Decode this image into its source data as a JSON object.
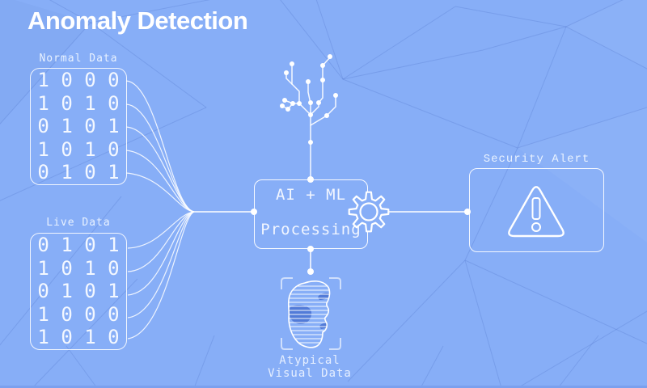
{
  "title": "Anomaly Detection",
  "normal_panel": {
    "label": "Normal Data",
    "rows": [
      "1 0 0 0",
      "1 0 1 0",
      "0 1 0 1",
      "1 0 1 0",
      "0 1 0 1"
    ]
  },
  "live_panel": {
    "label": "Live Data",
    "rows": [
      "0 1 0 1",
      "1 0 1 0",
      "0 1 0 1",
      "1 0 0 0",
      "1 0 1 0"
    ]
  },
  "processor_box": {
    "line1": "AI + ML",
    "line2": "Processing"
  },
  "security_alert": {
    "label": "Security Alert",
    "icon": "warning-triangle-icon"
  },
  "atypical_output": {
    "line1": "Atypical",
    "line2": "Visual Data",
    "icon": "face-scan-icon"
  },
  "decor_icons": [
    "decision-tree-icon",
    "gear-icon",
    "scan-frame"
  ],
  "colors": {
    "background": "#87AEF7",
    "mesh_line": "#4E72C9",
    "stroke_white": "#FFFFFF",
    "face_patch_blue": "#4D76D4",
    "bottom_strip": "#7BA0EE"
  }
}
